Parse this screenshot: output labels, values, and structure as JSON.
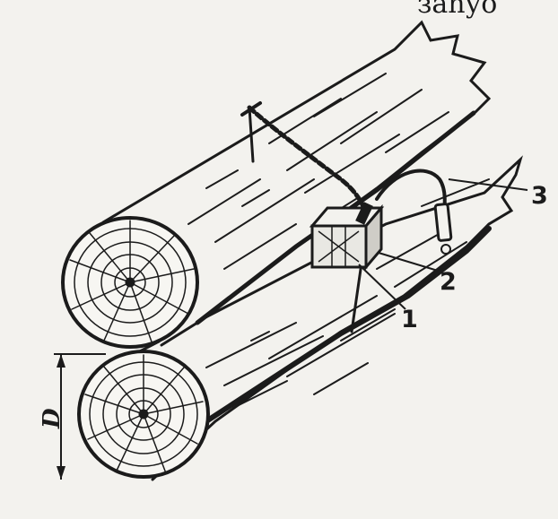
{
  "figure": {
    "top_text_fragment": "заnуо",
    "callouts": [
      {
        "id": "label-1",
        "text": "1"
      },
      {
        "id": "label-2",
        "text": "2"
      },
      {
        "id": "label-3",
        "text": "3"
      }
    ],
    "dimension_label": "D"
  },
  "colors": {
    "ink": "#1b1b1b",
    "paper": "#f3f2ee"
  }
}
